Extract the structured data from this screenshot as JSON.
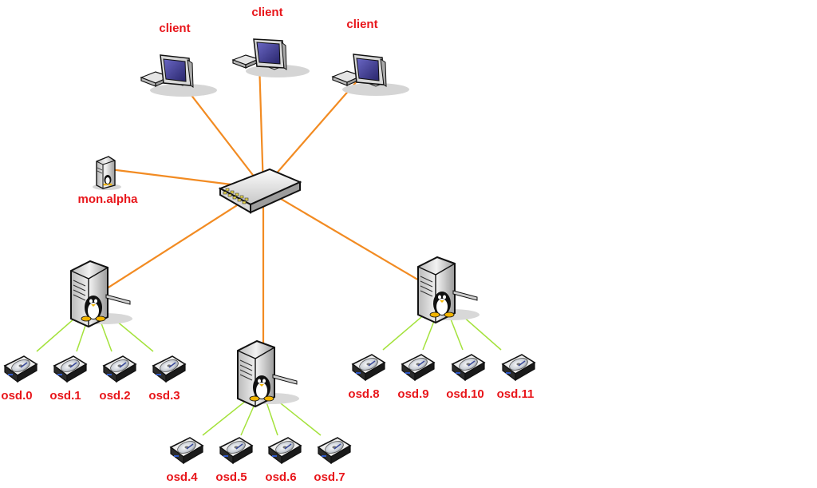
{
  "colors": {
    "label": "#e8161b",
    "network_link": "#f28b22",
    "disk_link": "#a4e23c",
    "screen": "#3d3a8c",
    "device_body": "#e6e6e6",
    "outline": "#111111"
  },
  "clients": [
    {
      "id": "client-1",
      "label": "client",
      "icon": "workstation-icon"
    },
    {
      "id": "client-2",
      "label": "client",
      "icon": "workstation-icon"
    },
    {
      "id": "client-3",
      "label": "client",
      "icon": "workstation-icon"
    }
  ],
  "monitor": {
    "id": "mon-alpha",
    "label": "mon.alpha",
    "icon": "linux-server-icon"
  },
  "switch": {
    "id": "network-switch",
    "icon": "network-switch-icon"
  },
  "osd_hosts": [
    {
      "id": "osd-host-1",
      "icon": "linux-server-icon",
      "disks": [
        "osd.0",
        "osd.1",
        "osd.2",
        "osd.3"
      ]
    },
    {
      "id": "osd-host-2",
      "icon": "linux-server-icon",
      "disks": [
        "osd.4",
        "osd.5",
        "osd.6",
        "osd.7"
      ]
    },
    {
      "id": "osd-host-3",
      "icon": "linux-server-icon",
      "disks": [
        "osd.8",
        "osd.9",
        "osd.10",
        "osd.11"
      ]
    }
  ],
  "disk_icon": "hard-disk-icon"
}
